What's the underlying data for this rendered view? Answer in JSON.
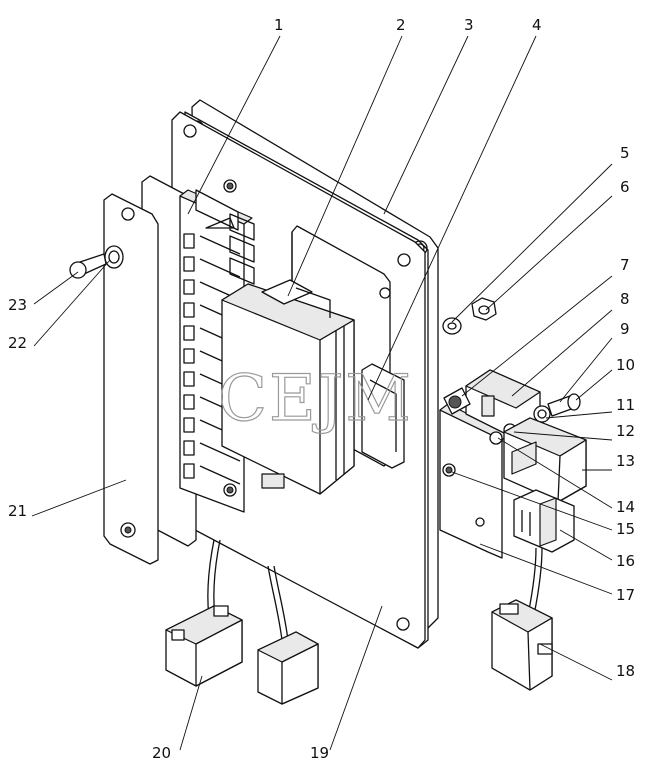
{
  "watermark": "CEJM",
  "callouts": [
    {
      "id": "c1",
      "text": "1"
    },
    {
      "id": "c2",
      "text": "2"
    },
    {
      "id": "c3",
      "text": "3"
    },
    {
      "id": "c4",
      "text": "4"
    },
    {
      "id": "c5",
      "text": "5"
    },
    {
      "id": "c6",
      "text": "6"
    },
    {
      "id": "c7",
      "text": "7"
    },
    {
      "id": "c8",
      "text": "8"
    },
    {
      "id": "c9",
      "text": "9"
    },
    {
      "id": "c10",
      "text": "10"
    },
    {
      "id": "c11",
      "text": "11"
    },
    {
      "id": "c12",
      "text": "12"
    },
    {
      "id": "c13",
      "text": "13"
    },
    {
      "id": "c14",
      "text": "14"
    },
    {
      "id": "c15",
      "text": "15"
    },
    {
      "id": "c16",
      "text": "16"
    },
    {
      "id": "c17",
      "text": "17"
    },
    {
      "id": "c18",
      "text": "18"
    },
    {
      "id": "c19",
      "text": "19"
    },
    {
      "id": "c20",
      "text": "20"
    },
    {
      "id": "c21",
      "text": "21"
    },
    {
      "id": "c22",
      "text": "22"
    },
    {
      "id": "c23",
      "text": "23"
    }
  ]
}
